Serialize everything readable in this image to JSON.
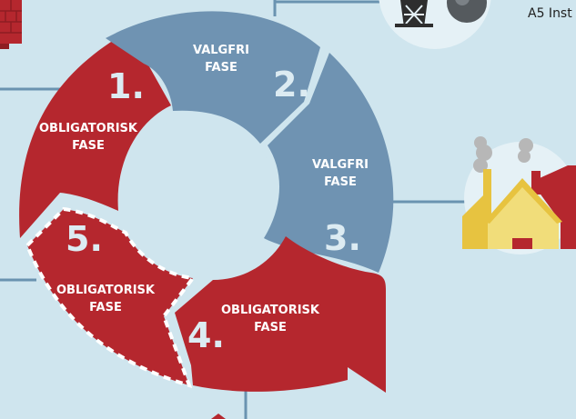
{
  "corner_text": "A5 Inst",
  "phases": [
    {
      "number": "1.",
      "label_line1": "OBLIGATORISK",
      "label_line2": "FASE",
      "color": "#b5272e"
    },
    {
      "number": "2.",
      "label_line1": "VALGFRI",
      "label_line2": "FASE",
      "color": "#6f93b2"
    },
    {
      "number": "3.",
      "label_line1": "VALGFRI",
      "label_line2": "FASE",
      "color": "#6f93b2"
    },
    {
      "number": "4.",
      "label_line1": "OBLIGATORISK",
      "label_line2": "FASE",
      "color": "#b5272e"
    },
    {
      "number": "5.",
      "label_line1": "OBLIGATORISK",
      "label_line2": "FASE",
      "color": "#b5272e"
    }
  ],
  "colors": {
    "background": "#cfe5ee",
    "red": "#b5272e",
    "steel_blue": "#6f93b2",
    "line_blue": "#6a93b0",
    "house_yellow": "#f1dd7a"
  },
  "icons": [
    "brick-chimney-icon",
    "power-plant-icon",
    "house-icon",
    "smoke-icon"
  ]
}
